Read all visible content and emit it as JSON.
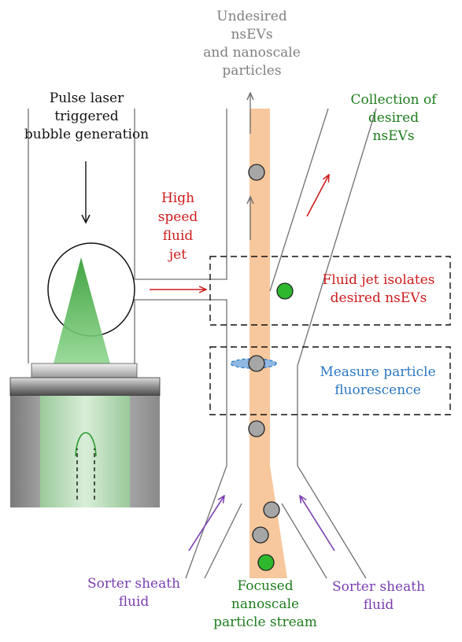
{
  "colors": {
    "stream": "#f7c89d",
    "line": "#707070",
    "red": "#cc1c1c",
    "green": "#1d7d1d",
    "blue": "#2b78c4",
    "purple": "#7a3db0",
    "gray_text": "#7f7f7f",
    "particle_gray": "#a6a6a6",
    "particle_green": "#2eb82e",
    "laser_green": "#5cc95c"
  },
  "labels": {
    "undesired": [
      "Undesired",
      "nsEVs",
      "and nanoscale",
      "particles"
    ],
    "collection": [
      "Collection of",
      "desired",
      "nsEVs"
    ],
    "pulse_laser": [
      "Pulse laser",
      "triggered",
      "bubble generation"
    ],
    "high_speed": [
      "High",
      "speed",
      "fluid",
      "jet"
    ],
    "fluid_jet": [
      "Fluid jet isolates",
      "desired nsEVs"
    ],
    "measure": [
      "Measure particle",
      "fluorescence"
    ],
    "sheath_left": [
      "Sorter sheath",
      "fluid"
    ],
    "focused": [
      "Focused",
      "nanoscale",
      "particle stream"
    ],
    "sheath_right": [
      "Sorter sheath",
      "fluid"
    ]
  }
}
